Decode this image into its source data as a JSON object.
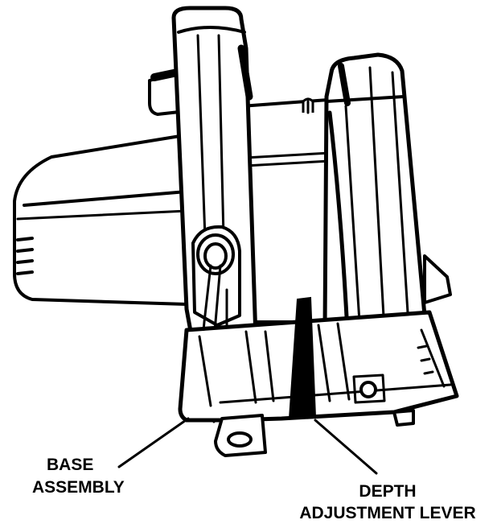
{
  "figure": {
    "subject": "circular saw, rear view",
    "ink_color": "#000000",
    "background_color": "#ffffff"
  },
  "labels": {
    "base_assembly": [
      "BASE",
      "ASSEMBLY"
    ],
    "depth_adjustment_lever": [
      "DEPTH",
      "ADJUSTMENT LEVER"
    ]
  }
}
